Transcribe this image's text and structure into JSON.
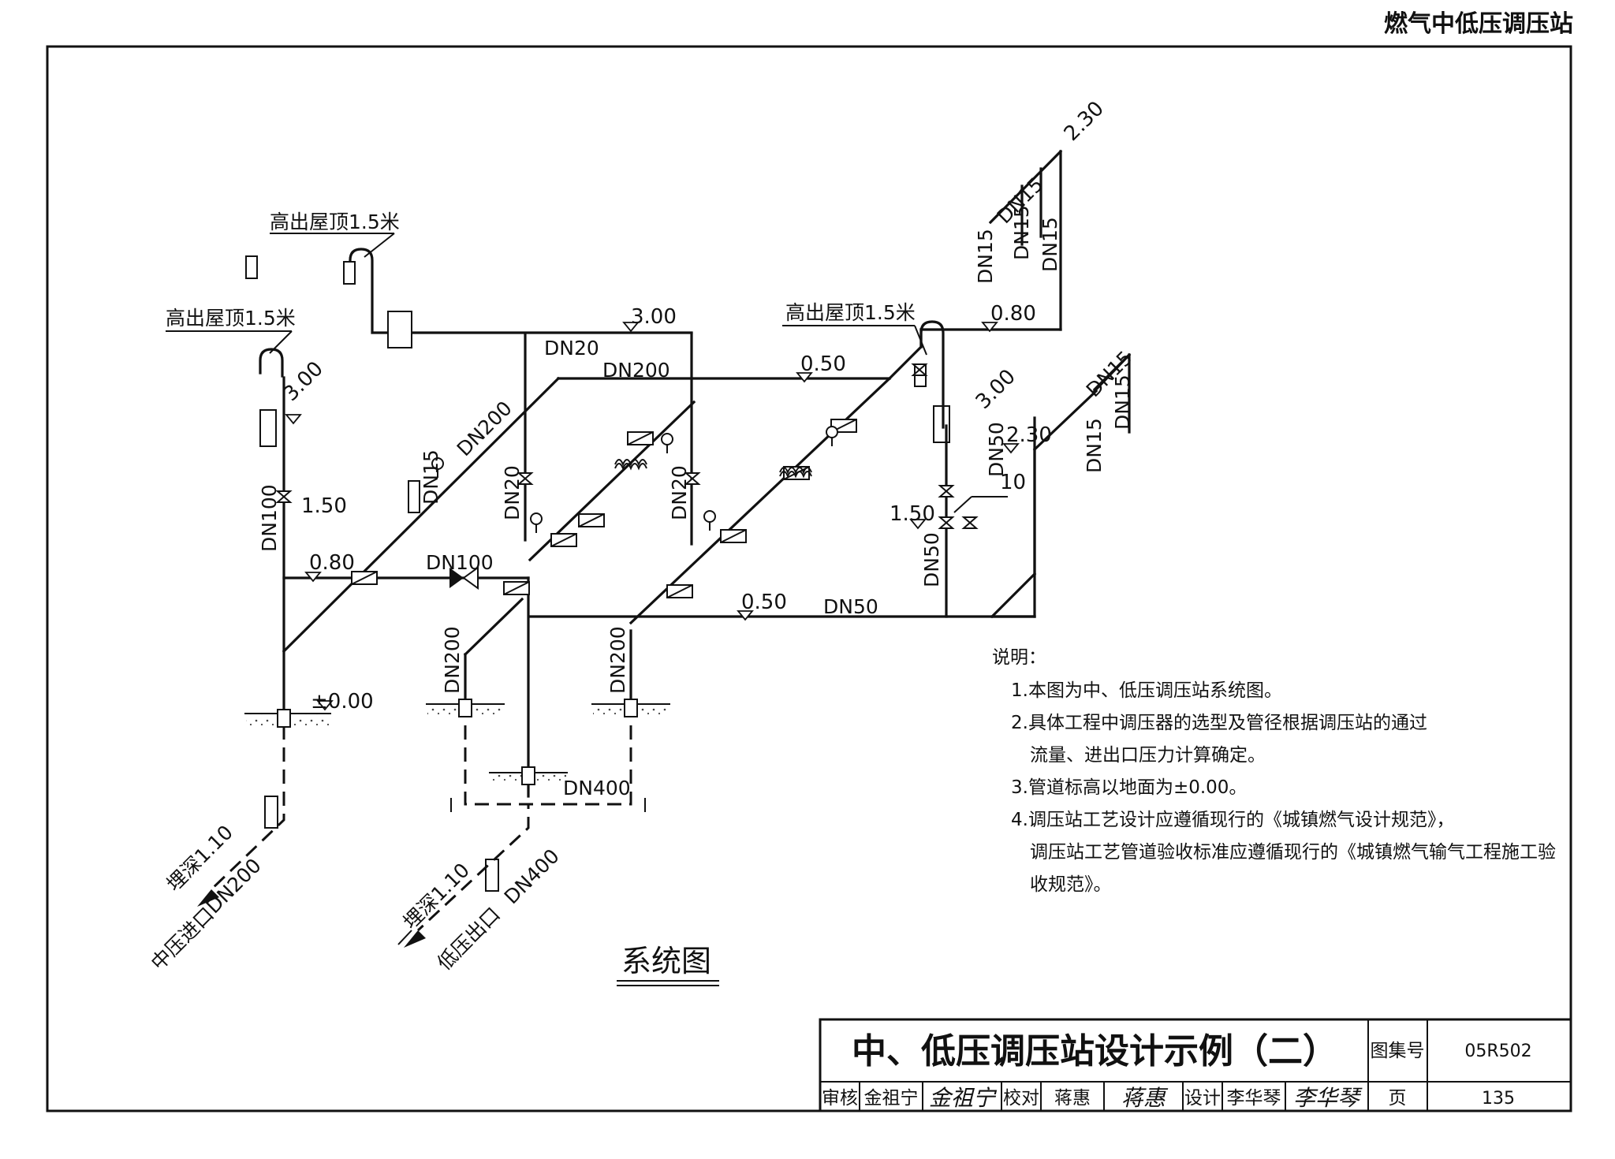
{
  "header": {
    "title": "燃气中低压调压站"
  },
  "diagram": {
    "caption": "系统图",
    "roof_vent_labels": [
      "高出屋顶1.5米",
      "高出屋顶1.5米",
      "高出屋顶1.5米"
    ],
    "elevations": [
      "3.00",
      "3.00",
      "3.00",
      "1.50",
      "1.50",
      "0.80",
      "0.80",
      "0.50",
      "0.50",
      "2.30",
      "2.30",
      "±0.00",
      "10"
    ],
    "pipe_sizes": [
      "DN20",
      "DN20",
      "DN20",
      "DN200",
      "DN200",
      "DN200",
      "DN200",
      "DN100",
      "DN100",
      "DN15",
      "DN15",
      "DN15",
      "DN15",
      "DN15",
      "DN15",
      "DN15",
      "DN15",
      "DN50",
      "DN50",
      "DN50",
      "DN400",
      "DN400",
      "DN200"
    ],
    "inlet": {
      "depth": "埋深1.10",
      "label": "中压进口"
    },
    "outlet": {
      "depth": "埋深1.10",
      "label": "低压出口"
    }
  },
  "notes": {
    "title": "说明：",
    "items": [
      {
        "num": "1.",
        "text": "本图为中、低压调压站系统图。",
        "cont": ""
      },
      {
        "num": "2.",
        "text": "具体工程中调压器的选型及管径根据调压站的通过",
        "cont": "流量、进出口压力计算确定。"
      },
      {
        "num": "3.",
        "text": "管道标高以地面为±0.00。",
        "cont": ""
      },
      {
        "num": "4.",
        "text": "调压站工艺设计应遵循现行的《城镇燃气设计规范》，",
        "cont": "调压站工艺管道验收标准应遵循现行的《城镇燃气输气工程施工验收规范》。"
      }
    ]
  },
  "title_block": {
    "title": "中、低压调压站设计示例（二）",
    "atlas_label": "图集号",
    "atlas_no": "05R502",
    "page_label": "页",
    "page_no": "135",
    "review_label": "审核",
    "reviewer": "金祖宁",
    "check_label": "校对",
    "checker": "蒋惠",
    "design_label": "设计",
    "designer": "李华琴"
  }
}
